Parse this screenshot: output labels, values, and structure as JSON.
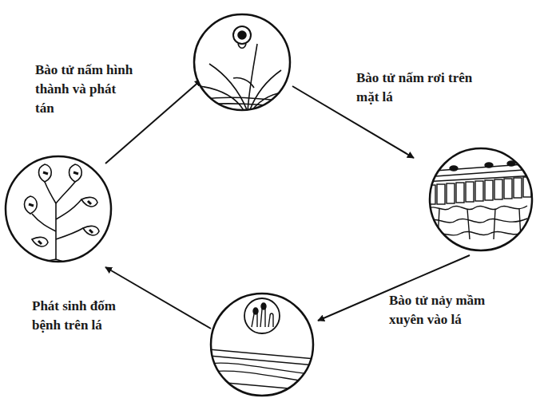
{
  "diagram": {
    "labels": [
      "Bào tử nấm hình thành và phát tán",
      "Bào tử nấm rơi trên mặt lá",
      "Bào tử nảy mầm xuyên vào lá",
      "Phát sinh đốm bệnh trên lá"
    ]
  }
}
